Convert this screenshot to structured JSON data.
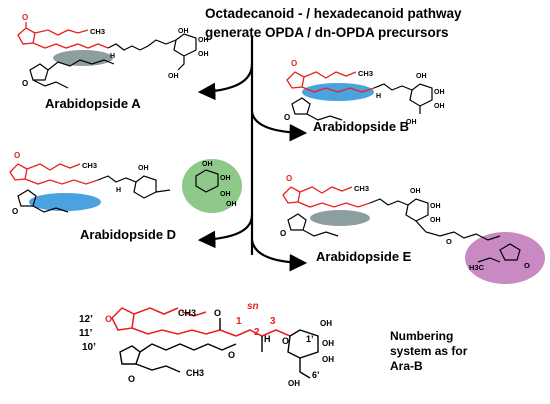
{
  "header": {
    "line1": "Octadecanoid - / hexadecanoid pathway",
    "line2": "generate OPDA  /  dn-OPDA precursors"
  },
  "compounds": [
    {
      "label": "Arabidopside A",
      "highlight": "gray"
    },
    {
      "label": "Arabidopside B",
      "highlight": "blue"
    },
    {
      "label": "Arabidopside D",
      "highlight": "blue",
      "extra_ring_highlight": "green"
    },
    {
      "label": "Arabidopside E",
      "highlight": "gray",
      "extra_ring_highlight": "purple"
    }
  ],
  "atoms": {
    "ch3": "CH3",
    "oh": "OH",
    "h": "H",
    "o": "O",
    "h3c": "H3C"
  },
  "numbering": {
    "sn": "sn",
    "pos1": "1",
    "pos2": "2",
    "pos3": "3",
    "c12": "12’",
    "c11": "11’",
    "c10": "10’",
    "c1p": "1’",
    "c6p": "6’",
    "caption_line1": "Numbering",
    "caption_line2": "system as for",
    "caption_line3": "Ara-B"
  },
  "colors": {
    "red": "#e8201d",
    "black": "#111111",
    "gray_highlight": "#8c9ea0",
    "blue_highlight": "#4aa3df",
    "green_highlight": "#8ec98a",
    "purple_highlight": "#c98ac4"
  }
}
